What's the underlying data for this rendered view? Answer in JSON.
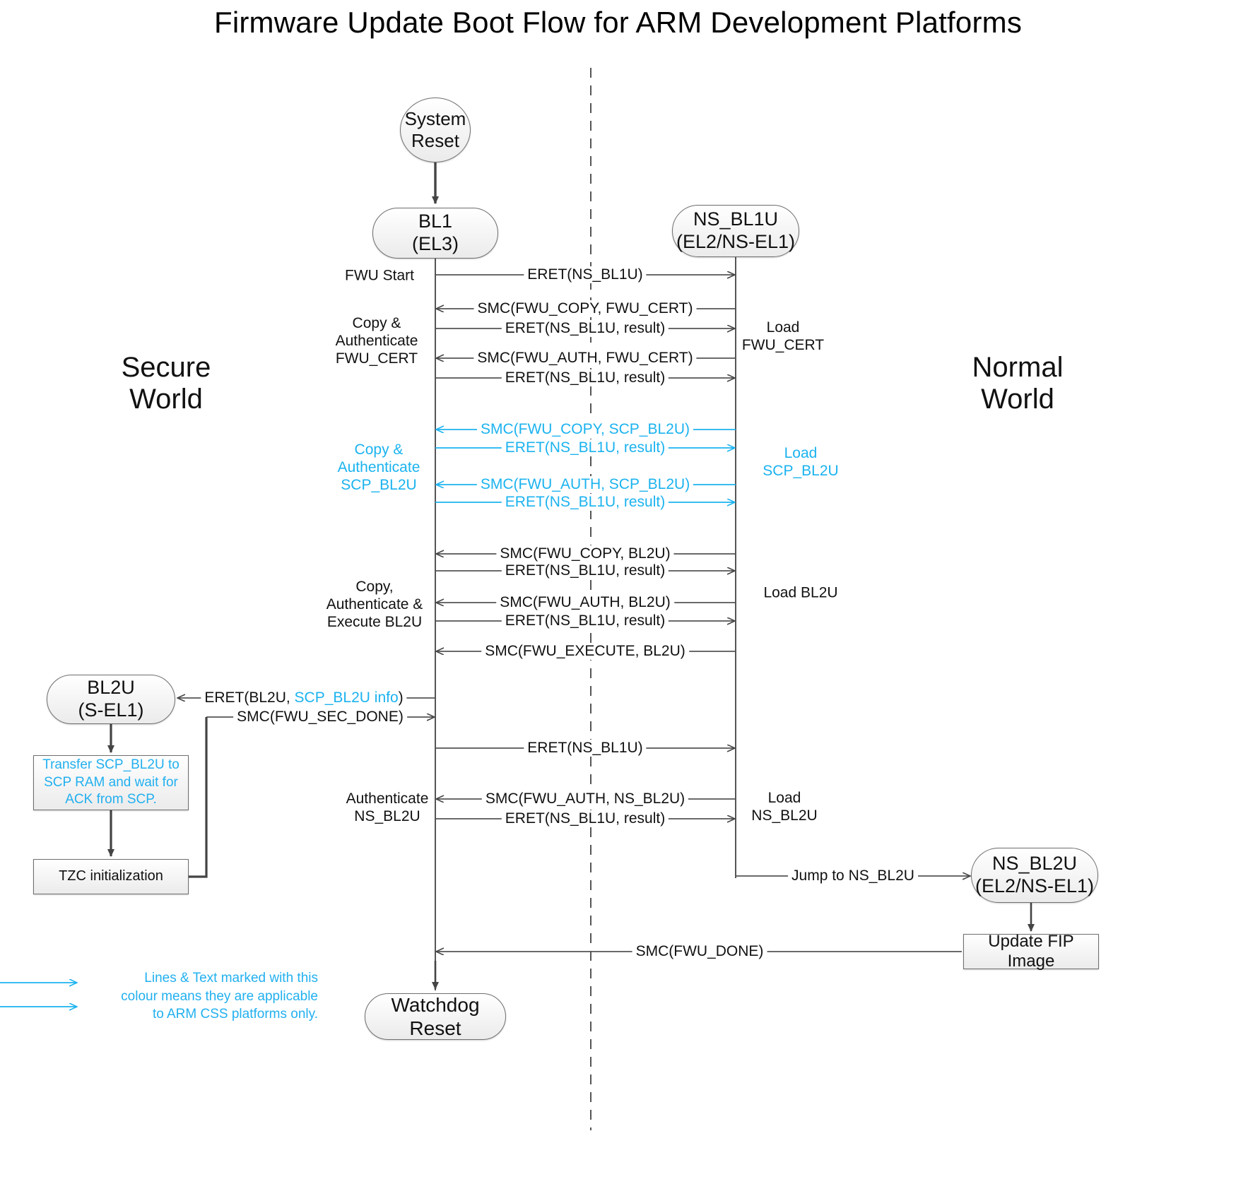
{
  "diagram": {
    "title": "Firmware Update Boot Flow for ARM Development Platforms",
    "type": "sequence-diagram",
    "accent_cyan": "#1bb3ef",
    "line_color": "#444444",
    "node_fill": "#ededed"
  },
  "worlds": {
    "secure": "Secure\nWorld",
    "secure_line1": "Secure",
    "secure_line2": "World",
    "normal_line1": "Normal",
    "normal_line2": "World"
  },
  "nodes": {
    "system_reset": {
      "line1": "System",
      "line2": "Reset",
      "shape": "ellipse"
    },
    "bl1": {
      "line1": "BL1",
      "line2": "(EL3)",
      "shape": "rounded"
    },
    "ns_bl1u": {
      "line1": "NS_BL1U",
      "line2": "(EL2/NS-EL1)",
      "shape": "rounded"
    },
    "bl2u": {
      "line1": "BL2U",
      "line2": "(S-EL1)",
      "shape": "rounded"
    },
    "ns_bl2u": {
      "line1": "NS_BL2U",
      "line2": "(EL2/NS-EL1)",
      "shape": "rounded"
    },
    "watchdog_reset": {
      "line1": "Watchdog Reset",
      "shape": "rounded"
    },
    "transfer_scp": {
      "line1": "Transfer SCP_BL2U to",
      "line2": "SCP RAM and wait for",
      "line3": "ACK from SCP.",
      "shape": "rect",
      "cyan": true
    },
    "tzc_init": {
      "line1": "TZC initialization",
      "shape": "rect"
    },
    "update_fip": {
      "line1": "Update FIP Image",
      "shape": "rect"
    }
  },
  "messages": [
    {
      "id": "m1",
      "label": "ERET(NS_BL1U)",
      "dir": "right",
      "cyan": false
    },
    {
      "id": "m2",
      "label": "SMC(FWU_COPY, FWU_CERT)",
      "dir": "left",
      "cyan": false
    },
    {
      "id": "m3",
      "label": "ERET(NS_BL1U, result)",
      "dir": "right",
      "cyan": false
    },
    {
      "id": "m4",
      "label": "SMC(FWU_AUTH, FWU_CERT)",
      "dir": "left",
      "cyan": false
    },
    {
      "id": "m5",
      "label": "ERET(NS_BL1U, result)",
      "dir": "right",
      "cyan": false
    },
    {
      "id": "m6",
      "label": "SMC(FWU_COPY, SCP_BL2U)",
      "dir": "left",
      "cyan": true
    },
    {
      "id": "m7",
      "label": "ERET(NS_BL1U, result)",
      "dir": "right",
      "cyan": true
    },
    {
      "id": "m8",
      "label": "SMC(FWU_AUTH, SCP_BL2U)",
      "dir": "left",
      "cyan": true
    },
    {
      "id": "m9",
      "label": "ERET(NS_BL1U, result)",
      "dir": "right",
      "cyan": true
    },
    {
      "id": "m10",
      "label": "SMC(FWU_COPY, BL2U)",
      "dir": "left",
      "cyan": false
    },
    {
      "id": "m11",
      "label": "ERET(NS_BL1U, result)",
      "dir": "right",
      "cyan": false
    },
    {
      "id": "m12",
      "label": "SMC(FWU_AUTH, BL2U)",
      "dir": "left",
      "cyan": false
    },
    {
      "id": "m13",
      "label": "ERET(NS_BL1U, result)",
      "dir": "right",
      "cyan": false
    },
    {
      "id": "m14",
      "label": "SMC(FWU_EXECUTE, BL2U)",
      "dir": "left",
      "cyan": false
    },
    {
      "id": "m15",
      "label_pre": "ERET(BL2U, ",
      "label_cyan": "SCP_BL2U info",
      "label_post": ")",
      "dir": "left",
      "cyan": false
    },
    {
      "id": "m16",
      "label": "SMC(FWU_SEC_DONE)",
      "dir": "right",
      "cyan": false
    },
    {
      "id": "m17",
      "label": "ERET(NS_BL1U)",
      "dir": "right",
      "cyan": false
    },
    {
      "id": "m18",
      "label": "SMC(FWU_AUTH, NS_BL2U)",
      "dir": "left",
      "cyan": false
    },
    {
      "id": "m19",
      "label": "ERET(NS_BL1U, result)",
      "dir": "right",
      "cyan": false
    },
    {
      "id": "m20",
      "label": "Jump to NS_BL2U",
      "dir": "right",
      "cyan": false
    },
    {
      "id": "m21",
      "label": "SMC(FWU_DONE)",
      "dir": "left",
      "cyan": false
    }
  ],
  "annotations": {
    "left": [
      {
        "id": "a1",
        "text": "FWU Start",
        "cyan": false
      },
      {
        "id": "a2",
        "line1": "Copy &",
        "line2": "Authenticate",
        "line3": "FWU_CERT",
        "cyan": false
      },
      {
        "id": "a3",
        "line1": "Copy &",
        "line2": "Authenticate",
        "line3": "SCP_BL2U",
        "cyan": true
      },
      {
        "id": "a4",
        "line1": "Copy,",
        "line2": "Authenticate &",
        "line3": "Execute BL2U",
        "cyan": false
      },
      {
        "id": "a5",
        "line1": "Authenticate",
        "line2": "NS_BL2U",
        "cyan": false
      }
    ],
    "right": [
      {
        "id": "b1",
        "line1": "Load",
        "line2": "FWU_CERT",
        "cyan": false
      },
      {
        "id": "b2",
        "line1": "Load",
        "line2": "SCP_BL2U",
        "cyan": true
      },
      {
        "id": "b3",
        "line1": "Load BL2U",
        "cyan": false
      },
      {
        "id": "b4",
        "line1": "Load",
        "line2": "NS_BL2U",
        "cyan": false
      }
    ]
  },
  "legend": {
    "line1": "Lines & Text marked with this",
    "line2": "colour means they are applicable",
    "line3": "to ARM CSS platforms only."
  }
}
